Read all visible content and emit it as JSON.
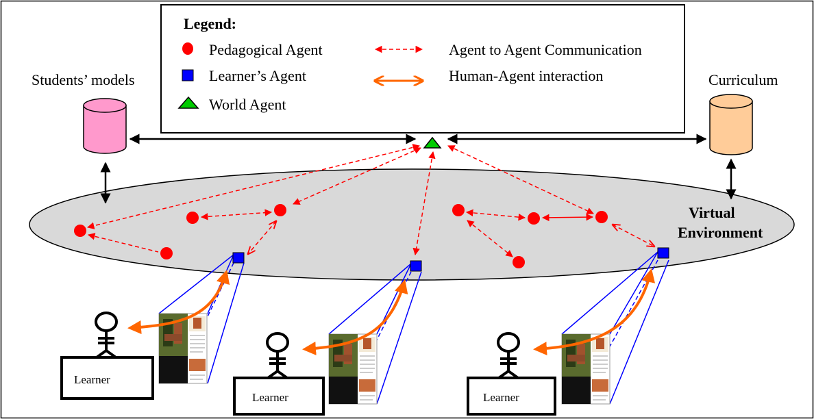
{
  "legend": {
    "title": "Legend:",
    "pedagogical": "Pedagogical Agent",
    "learner_agent": "Learner’s Agent",
    "world": "World Agent",
    "a2a": "Agent to Agent Communication",
    "human_agent": "Human-Agent interaction"
  },
  "labels": {
    "students_models": "Students’ models",
    "curriculum": "Curriculum",
    "ve_line1": "Virtual",
    "ve_line2": "Environment",
    "learner": "Learner"
  },
  "colors": {
    "pedagogical": "#ff0000",
    "learner_agent": "#0000ff",
    "world": "#00cc00",
    "a2a": "#ff0000",
    "human_agent": "#ff6600",
    "students_db": "#ff99cc",
    "curriculum_db": "#ffcc99",
    "environment": "#d9d9d9"
  }
}
